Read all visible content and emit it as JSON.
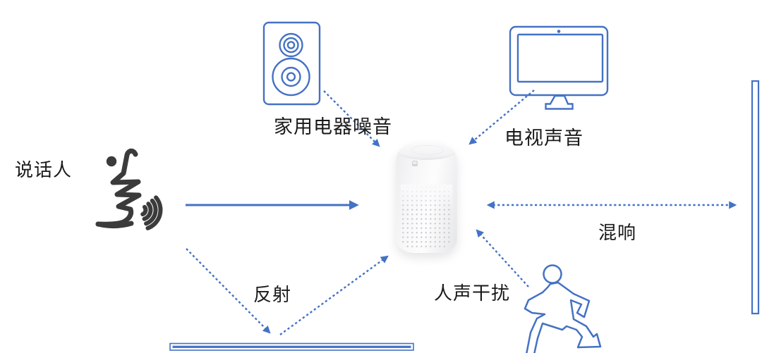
{
  "page": {
    "kind": "smart-speaker-acoustic-interference-diagram",
    "background": "#ffffff"
  },
  "labels": {
    "talker": "说话人",
    "appliance_noise": "家用电器噪音",
    "tv_sound": "电视声音",
    "reverberation": "混响",
    "voice_interference": "人声干扰",
    "reflection": "反射"
  },
  "device": {
    "logo": "MI"
  },
  "colors": {
    "accent_blue": "#4472C4",
    "icon_stroke_dark": "#3B3B3B",
    "text": "#1A1A1A",
    "device_body": "#F4F4F6"
  },
  "nodes": [
    {
      "id": "talker",
      "label_key": "talker",
      "icon": "talking-head-icon"
    },
    {
      "id": "appliance",
      "label_key": "appliance_noise",
      "icon": "loudspeaker-icon"
    },
    {
      "id": "tv",
      "label_key": "tv_sound",
      "icon": "tv-icon"
    },
    {
      "id": "interferer",
      "label_key": "voice_interference",
      "icon": "running-person-icon"
    },
    {
      "id": "wall",
      "label_key": "reverberation",
      "icon": "wall-shape"
    },
    {
      "id": "floor",
      "label_key": "reflection",
      "icon": "floor-shape"
    },
    {
      "id": "smart_speaker",
      "icon": "smart-speaker-device"
    }
  ],
  "edges": [
    {
      "from": "talker",
      "to": "smart_speaker",
      "style": "solid-arrow"
    },
    {
      "from": "appliance",
      "to": "smart_speaker",
      "style": "dotted-arrow"
    },
    {
      "from": "tv",
      "to": "smart_speaker",
      "style": "dotted-arrow"
    },
    {
      "from": "wall",
      "to": "smart_speaker",
      "style": "dotted-double-arrow",
      "label_key": "reverberation"
    },
    {
      "from": "interferer",
      "to": "smart_speaker",
      "style": "dotted-arrow",
      "label_key": "voice_interference"
    },
    {
      "from": "talker",
      "to": "floor",
      "style": "dotted-arrow",
      "label_key": "reflection"
    },
    {
      "from": "floor",
      "to": "smart_speaker",
      "style": "dotted-arrow"
    }
  ]
}
